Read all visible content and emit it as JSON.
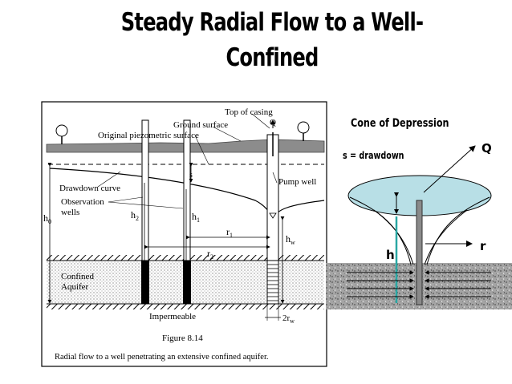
{
  "slide": {
    "title_line1": "Steady Radial Flow to a Well-",
    "title_line2": "Confined"
  },
  "figure": {
    "top_of_casing": "Top of casing",
    "q": "Q",
    "ground_surface": "Ground surface",
    "original_piezometric_surface": "Original piezometric surface",
    "s": "s",
    "drawdown_curve": "Drawdown curve",
    "pump_well": "Pump well",
    "observation": "Observation",
    "wells": "wells",
    "h0": "h",
    "h0_sub": "0",
    "h2": "h",
    "h2_sub": "2",
    "h1": "h",
    "h1_sub": "1",
    "r1": "r",
    "r1_sub": "1",
    "r2": "r",
    "r2_sub": "2",
    "hw": "h",
    "hw_sub": "w",
    "confined": "Confined",
    "aquifer": "Aquifer",
    "impermeable": "Impermeable",
    "two_rw": "2r",
    "two_rw_sub": "w",
    "figure_number": "Figure 8.14",
    "caption": "Radial flow to a well penetrating an extensive confined aquifer."
  },
  "cone": {
    "title": "Cone of Depression",
    "q": "Q",
    "s_drawdown": "s = drawdown",
    "r": "r",
    "h": "h"
  },
  "colors": {
    "disk": "#b8dfe6",
    "teal": "#2aa7a3",
    "aquifer_gray": "#9a9a9a"
  }
}
